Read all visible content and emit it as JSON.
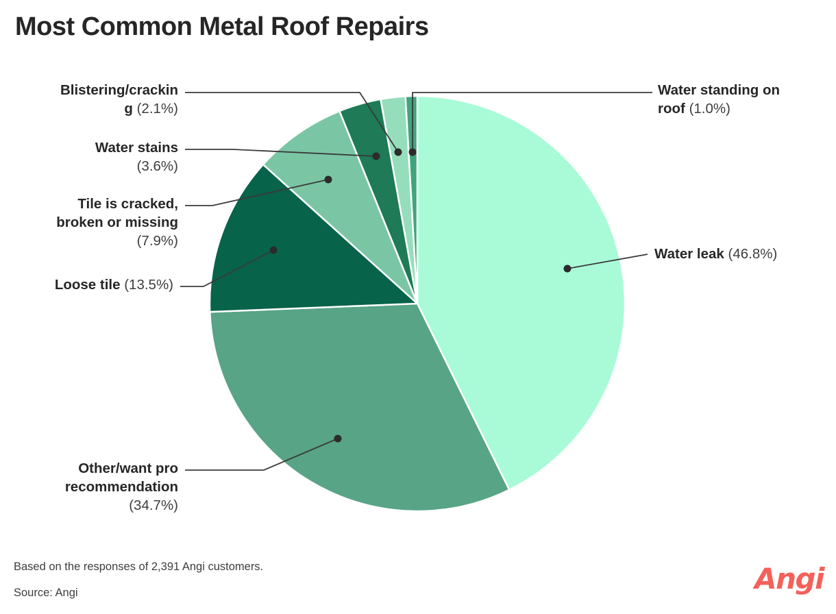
{
  "title": "Most Common Metal Roof Repairs",
  "footnote": {
    "line1": "Based on the responses of 2,391 Angi customers.",
    "line2": "Source: Angi"
  },
  "logo": {
    "text": "Angi",
    "color": "#F4615A"
  },
  "chart_data": {
    "type": "pie",
    "title": "Most Common Metal Roof Repairs",
    "unit": "%",
    "total_responses": 2391,
    "legend_position": "callout-labels",
    "categories": [
      "Water leak",
      "Other/want pro recommendation",
      "Loose tile",
      "Tile is cracked, broken or missing",
      "Water stains",
      "Blistering/cracking",
      "Water standing on roof"
    ],
    "values": [
      46.8,
      34.7,
      13.5,
      7.9,
      3.6,
      2.1,
      1.0
    ],
    "colors": [
      "#A9FBD7",
      "#57A487",
      "#07634A",
      "#7AC6A4",
      "#1E7A57",
      "#96DDBB",
      "#3FA57F"
    ],
    "slices": [
      {
        "name": "Water leak",
        "value": 46.8,
        "label_name": "Water leak",
        "label_pct": "(46.8%)",
        "color": "#A9FBD7"
      },
      {
        "name": "Other/want pro recommendation",
        "value": 34.7,
        "label_name": "Other/want pro recommendation",
        "label_pct": "(34.7%)",
        "color": "#57A487"
      },
      {
        "name": "Loose tile",
        "value": 13.5,
        "label_name": "Loose tile",
        "label_pct": "(13.5%)",
        "color": "#07634A"
      },
      {
        "name": "Tile is cracked, broken or missing",
        "value": 7.9,
        "label_name": "Tile is cracked, broken or missing",
        "label_pct": "(7.9%)",
        "color": "#7AC6A4"
      },
      {
        "name": "Water stains",
        "value": 3.6,
        "label_name": "Water stains",
        "label_pct": "(3.6%)",
        "color": "#1E7A57"
      },
      {
        "name": "Blistering/cracking",
        "value": 2.1,
        "label_name": "Blistering/crackin g",
        "label_pct": "(2.1%)",
        "color": "#96DDBB"
      },
      {
        "name": "Water standing on roof",
        "value": 1.0,
        "label_name": "Water standing on roof",
        "label_pct": "(1.0%)",
        "color": "#3FA57F"
      }
    ]
  },
  "labels": {
    "blistering": {
      "line1": "Blistering/crackin",
      "line2": "g",
      "pct": "(2.1%)"
    },
    "water_stains": {
      "name": "Water stains",
      "pct": "(3.6%)"
    },
    "tile_cracked": {
      "line1": "Tile is cracked,",
      "line2": "broken or missing",
      "pct": "(7.9%)"
    },
    "loose_tile": {
      "name": "Loose tile",
      "pct": "(13.5%)"
    },
    "other_pro": {
      "line1": "Other/want pro",
      "line2": "recommendation",
      "pct": "(34.7%)"
    },
    "water_standing": {
      "line1": "Water standing on",
      "line2": "roof",
      "pct": "(1.0%)"
    },
    "water_leak": {
      "name": "Water leak",
      "pct": "(46.8%)"
    }
  }
}
